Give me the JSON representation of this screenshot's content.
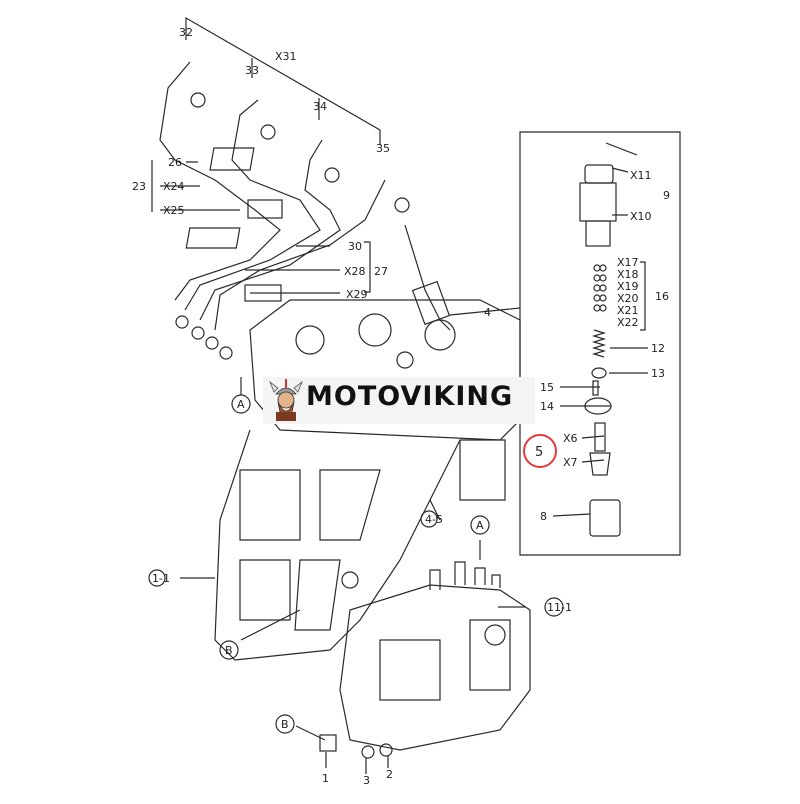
{
  "brand": {
    "name": "MOTOVIKING"
  },
  "colors": {
    "line": "#2a2a2a",
    "highlight_circle": "#e23a3a",
    "logo_bg": "#f4f4f4"
  },
  "callouts": {
    "c32": "32",
    "c33": "33",
    "c34": "34",
    "c35": "35",
    "x31": "X31",
    "c26": "26",
    "c23": "23",
    "x24": "X24",
    "x25": "X25",
    "c30": "30",
    "x28": "X28",
    "c27": "27",
    "x29": "X29",
    "c4": "4",
    "x11": "X11",
    "c9": "9",
    "x10": "X10",
    "x17": "X17",
    "x18": "X18",
    "x19": "X19",
    "x20": "X20",
    "x21": "X21",
    "x22": "X22",
    "c16": "16",
    "c12": "12",
    "c13": "13",
    "c15": "15",
    "c14": "14",
    "c5": "5",
    "x6": "X6",
    "x7": "X7",
    "c8": "8",
    "c4_5": "4-5",
    "c1_1": "1-1",
    "c11_1": "11-1",
    "refA1": "A",
    "refA2": "A",
    "refB1": "B",
    "refB2": "B",
    "c1": "1",
    "c2": "2",
    "c3": "3"
  }
}
